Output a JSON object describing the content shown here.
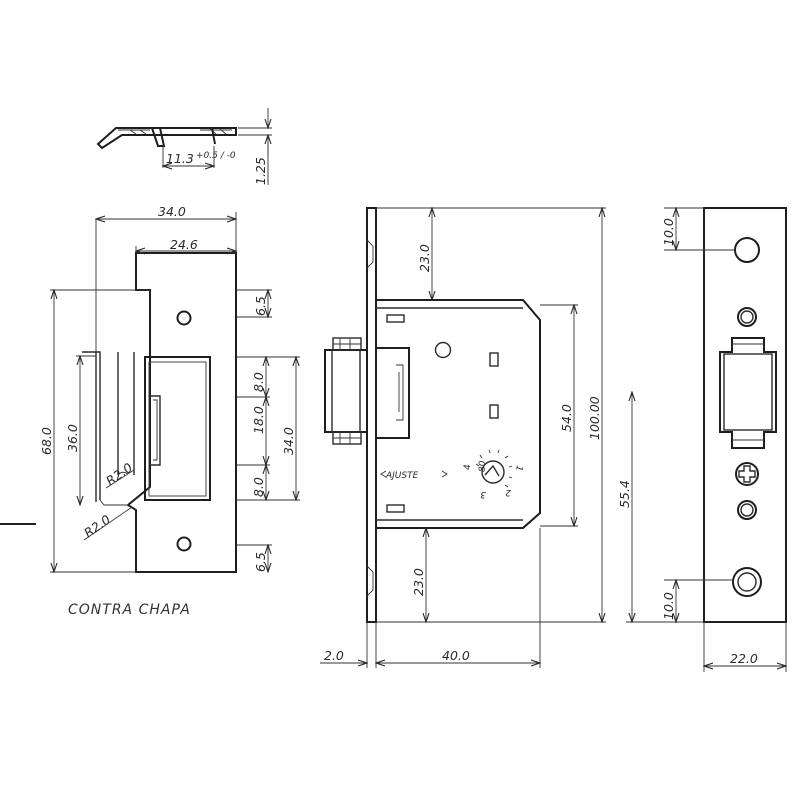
{
  "strike_plate": {
    "caption": "CONTRA  CHAPA",
    "dims": {
      "width_total": "34.0",
      "width_upper": "24.6",
      "height_total": "68.0",
      "lip_height": "36.0",
      "radius_upper": "R2.0",
      "radius_lower": "R2.0",
      "hole_offset_top": "6.5",
      "hole_offset_bottom": "6.5",
      "window_top": "8.0",
      "window_middle": "18.0",
      "window_bottom": "8.0",
      "window_total": "34.0"
    }
  },
  "side_profile": {
    "width_dim": "11.3",
    "tolerance": "+0.5 / -0",
    "thickness": "1.25"
  },
  "lock_body": {
    "adjust_label": "AJUSTE",
    "dial_marks": [
      "1",
      "2",
      "3",
      "4"
    ],
    "dial_center_label": "80",
    "dims": {
      "top_offset": "23.0",
      "bottom_offset": "23.0",
      "case_height": "54.0",
      "faceplate_height": "100.00",
      "faceplate_thickness": "2.0",
      "backset": "40.0"
    }
  },
  "faceplate_front": {
    "dims": {
      "top_hole": "10.0",
      "bottom_hole": "10.0",
      "center_height": "55.4",
      "width": "22.0"
    }
  }
}
